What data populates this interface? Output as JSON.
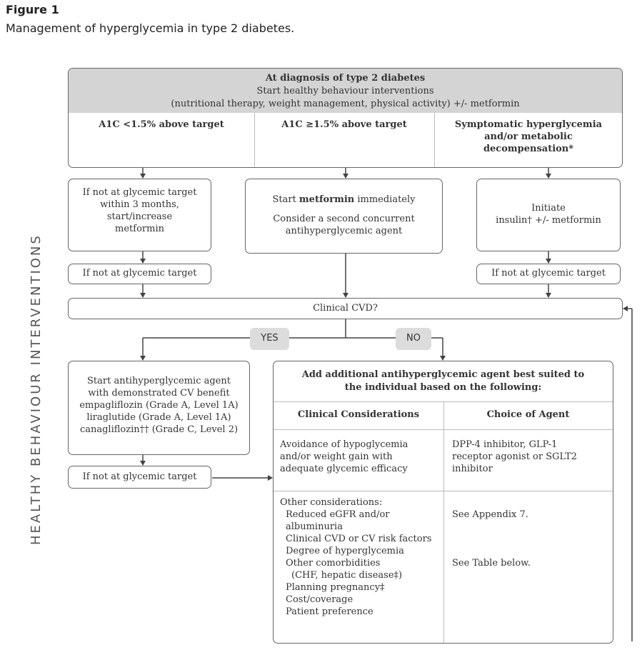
{
  "figure": {
    "label": "Figure 1",
    "caption": "Management of hyperglycemia in type 2 diabetes."
  },
  "side_label": "HEALTHY BEHAVIOUR INTERVENTIONS",
  "top_box": {
    "title": "At diagnosis of type 2 diabetes",
    "line2": "Start healthy behaviour interventions",
    "line3": "(nutritional therapy, weight management, physical activity) +/- metformin",
    "col1": "A1C <1.5% above target",
    "col2": "A1C ≥1.5% above target",
    "col3_line1": "Symptomatic hyperglycemia",
    "col3_line2": "and/or metabolic",
    "col3_line3": "decompensation*"
  },
  "left_box": [
    "If not at glycemic target",
    "within 3 months,",
    "start/increase",
    "metformin"
  ],
  "mid_box": {
    "line1_pre": "Start ",
    "line1_bold": "metformin",
    "line1_post": " immediately",
    "line2": "Consider a second concurrent",
    "line3": "antihyperglycemic agent"
  },
  "right_box": [
    "Initiate",
    "insulin† +/- metformin"
  ],
  "left_target": "If not at glycemic target",
  "right_target": "If not at glycemic target",
  "cvd_box": "Clinical CVD?",
  "yes_label": "YES",
  "no_label": "NO",
  "cv_box": [
    "Start antihyperglycemic agent",
    "with demonstrated CV benefit",
    "empagliflozin (Grade A, Level 1A)",
    "liraglutide (Grade A, Level 1A)",
    "canagliflozin†† (Grade C, Level 2)"
  ],
  "lower_left_target": "If not at glycemic target",
  "agent_box": {
    "title_line1": "Add additional antihyperglycemic agent best suited to",
    "title_line2": "the individual based on the following:",
    "header_left": "Clinical Considerations",
    "header_right": "Choice of Agent",
    "row1_left": [
      "Avoidance of hypoglycemia",
      "and/or weight gain with",
      "adequate glycemic efficacy"
    ],
    "row1_right": [
      "DPP-4 inhibitor, GLP-1",
      "receptor agonist or SGLT2",
      "inhibitor"
    ],
    "row2_left": [
      "Other considerations:",
      "Reduced eGFR and/or",
      "albuminuria",
      "Clinical CVD or CV risk factors",
      "Degree of hyperglycemia",
      "Other comorbidities",
      "(CHF, hepatic disease‡)",
      "Planning pregnancy‡",
      "Cost/coverage",
      "Patient preference"
    ],
    "row2_right": [
      "See Appendix 7.",
      "See Table below."
    ]
  }
}
